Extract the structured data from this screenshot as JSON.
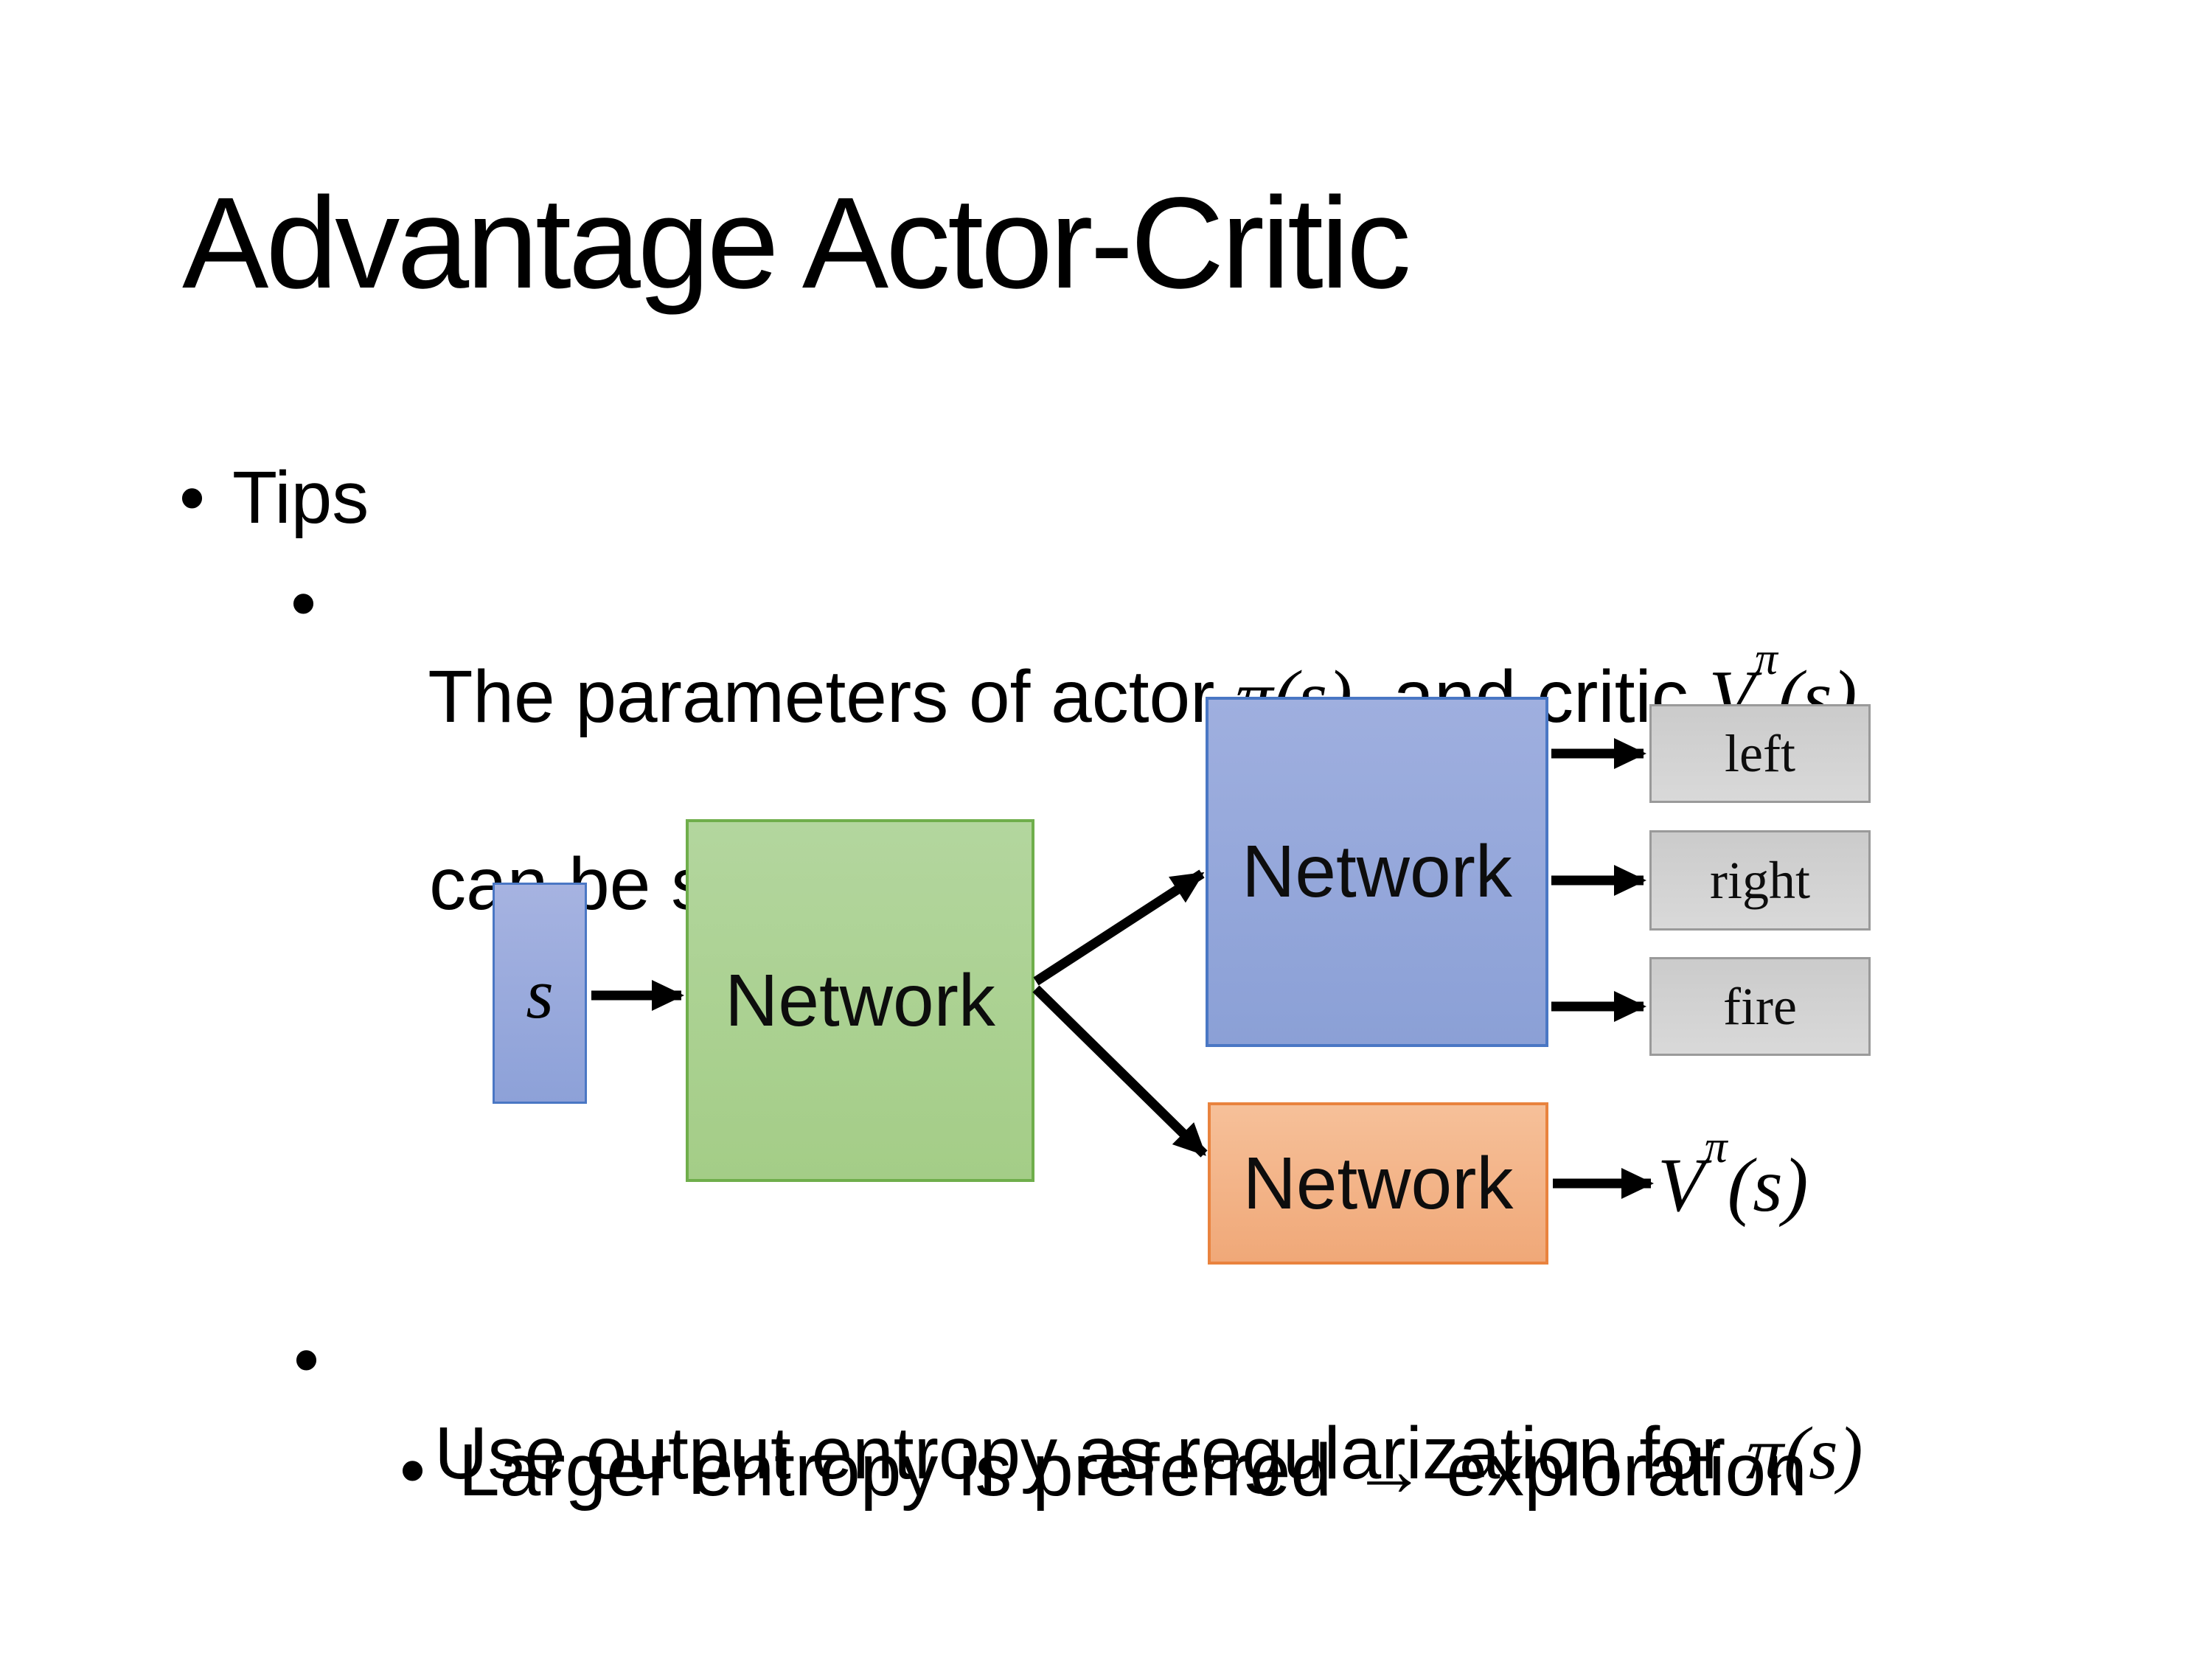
{
  "slide": {
    "title": "Advantage Actor-Critic",
    "bullet_glyph": "•",
    "bullets": {
      "tips": "Tips",
      "param_prefix": "The parameters of actor ",
      "actor_math": "π(s)",
      "param_mid": "  and critic ",
      "critic_base": "V",
      "critic_sup": "π",
      "critic_args": "(s)",
      "param_line2": "can be shared",
      "entropy_prefix": "Use output entropy as regularization for ",
      "entropy_math": "π(s)",
      "exploration": "Larger entropy is preferred → exploration"
    }
  },
  "diagram": {
    "state_label": "s",
    "shared_network": "Network",
    "actor_network": "Network",
    "critic_network": "Network",
    "actions": [
      "left",
      "right",
      "fire"
    ],
    "value_base": "V",
    "value_sup": "π",
    "value_args": "(s)",
    "colors": {
      "state_fill_top": "#a6b3e1",
      "state_fill_bottom": "#8da1d8",
      "state_border": "#4a77c4",
      "network_fill_top": "#9fafdf",
      "network_fill_bottom": "#8ba0d6",
      "network_border": "#4a77c4",
      "shared_fill_top": "#b3d69e",
      "shared_fill_bottom": "#a4cd87",
      "shared_border": "#6fae4b",
      "critic_fill_top": "#f6c099",
      "critic_fill_bottom": "#f0a878",
      "critic_border": "#e9833e",
      "action_fill_top": "#cbcbcb",
      "action_fill_bottom": "#d9d9d9",
      "action_border": "#9a9a9a",
      "arrow": "#000000"
    }
  }
}
